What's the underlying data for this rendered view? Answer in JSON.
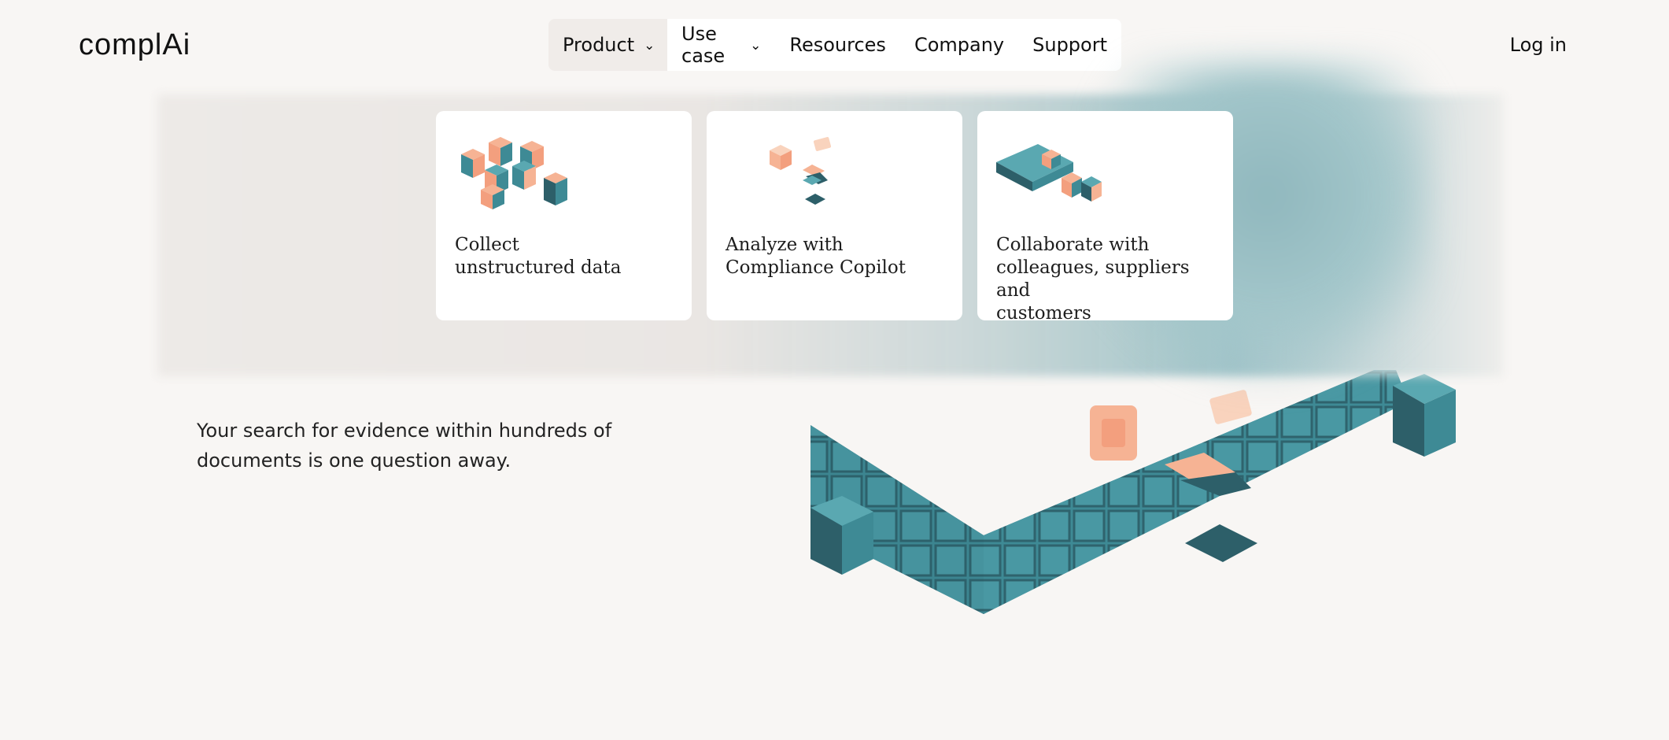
{
  "logo": {
    "text": "complAi"
  },
  "nav": {
    "items": [
      {
        "label": "Product",
        "has_dropdown": true,
        "active": true
      },
      {
        "label": "Use case",
        "has_dropdown": true
      },
      {
        "label": "Resources"
      },
      {
        "label": "Company"
      },
      {
        "label": "Support"
      }
    ],
    "login_label": "Log in"
  },
  "dropdown": {
    "cards": [
      {
        "text": "Collect\nunstructured data",
        "icon": "isometric-boxes-collect-icon"
      },
      {
        "text": "Analyze with\nCompliance Copilot",
        "icon": "isometric-analyze-icon"
      },
      {
        "text": "Collaborate with\ncolleagues, suppliers and\ncustomers",
        "icon": "isometric-collaborate-icon"
      }
    ]
  },
  "hero": {
    "subtitle": "Your search for evidence within hundreds of documents is one question away."
  },
  "colors": {
    "background": "#f8f6f4",
    "teal": "#3e8a95",
    "teal_dark": "#2d5f69",
    "peach": "#f6b394"
  }
}
